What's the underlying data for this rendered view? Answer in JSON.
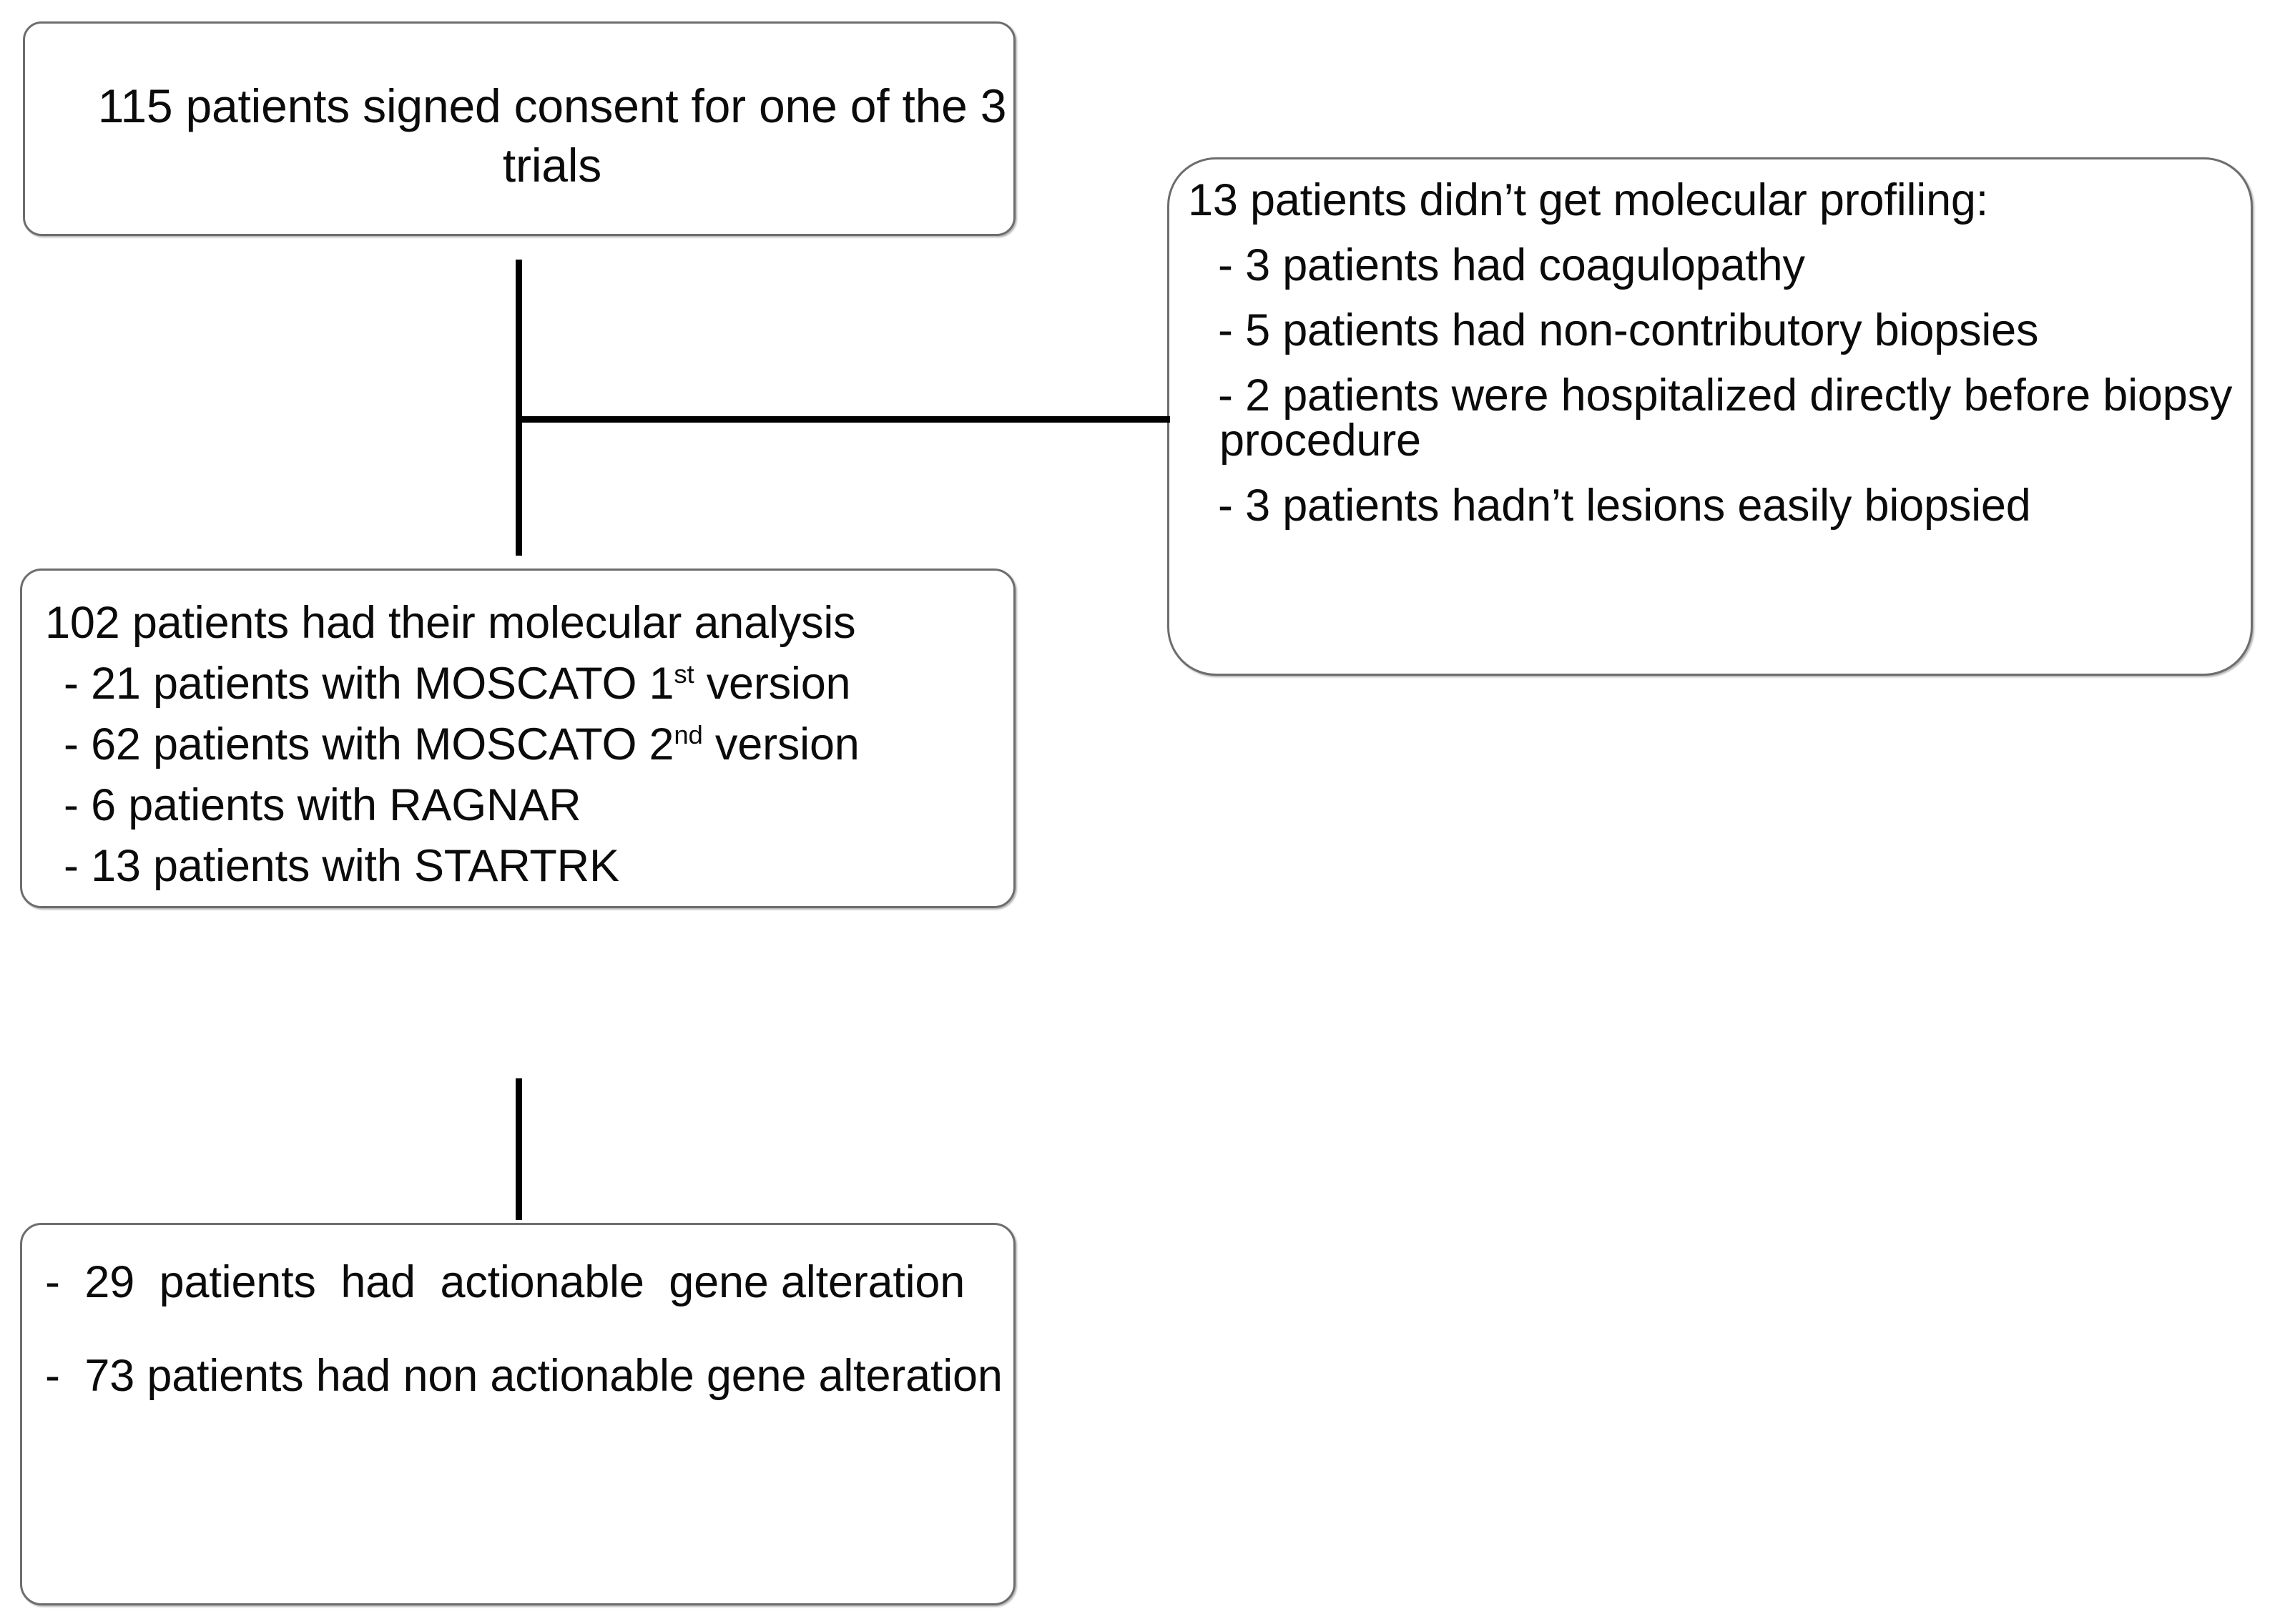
{
  "diagram": {
    "title": "Patient enrollment and molecular profiling flowchart",
    "type": "flowchart",
    "background_color": "#ffffff",
    "border_color": "#6d6d6d",
    "connector_color": "#000000"
  },
  "boxes": {
    "consent": {
      "name": "consent-box",
      "lines": [
        "115 patients signed consent for one of the 3 trials"
      ]
    },
    "analysis": {
      "name": "molecular-analysis-box",
      "heading": "102 patients had their molecular analysis",
      "items": [
        {
          "prefix": "- 21 patients with MOSCATO 1",
          "sup": "st",
          "suffix": " version"
        },
        {
          "prefix": "- 62 patients with MOSCATO 2",
          "sup": "nd",
          "suffix": " version"
        },
        {
          "prefix": "- 6 patients with RAGNAR",
          "sup": "",
          "suffix": ""
        },
        {
          "prefix": "- 13 patients with STARTRK",
          "sup": "",
          "suffix": ""
        }
      ]
    },
    "exclusions": {
      "name": "exclusions-box",
      "heading": "13 patients didn’t get molecular profiling:",
      "items": [
        "- 3 patients had coagulopathy",
        "- 5 patients had non-contributory biopsies",
        "- 2 patients were hospitalized directly before biopsy procedure",
        "- 3 patients hadn’t lesions easily biopsied"
      ]
    },
    "gene": {
      "name": "gene-alteration-box",
      "items": [
        "-  29  patients  had  actionable  gene alteration",
        "-  73 patients had non actionable gene alteration"
      ]
    }
  },
  "connectors": [
    {
      "name": "consent-to-analysis",
      "from": "consent",
      "to": "analysis",
      "orientation": "vertical"
    },
    {
      "name": "branch-to-exclusions",
      "from": "consent-to-analysis",
      "to": "exclusions",
      "orientation": "horizontal"
    },
    {
      "name": "analysis-to-gene",
      "from": "analysis",
      "to": "gene",
      "orientation": "vertical"
    }
  ]
}
